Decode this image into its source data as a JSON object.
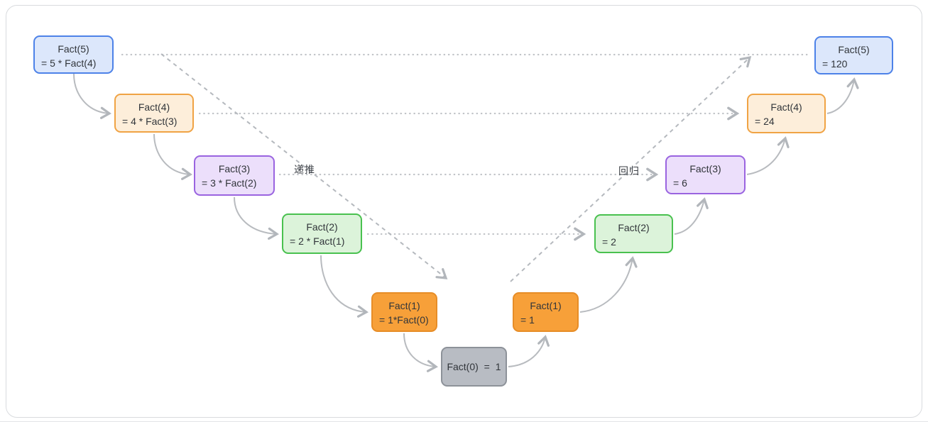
{
  "diagram": {
    "labels": {
      "descend": "递推",
      "return": "回归"
    },
    "nodes": [
      {
        "id": "call-5",
        "line1": "Fact(5)",
        "line2": "= 5 * Fact(4)",
        "color": "blue"
      },
      {
        "id": "call-4",
        "line1": "Fact(4)",
        "line2": "= 4 * Fact(3)",
        "color": "peach"
      },
      {
        "id": "call-3",
        "line1": "Fact(3)",
        "line2": "= 3 * Fact(2)",
        "color": "purple"
      },
      {
        "id": "call-2",
        "line1": "Fact(2)",
        "line2": "= 2 * Fact(1)",
        "color": "green"
      },
      {
        "id": "call-1",
        "line1": "Fact(1)",
        "line2": "= 1*Fact(0)",
        "color": "orange"
      },
      {
        "id": "base-0",
        "line1": "Fact(0) = 1",
        "color": "gray"
      },
      {
        "id": "return-1",
        "line1": "Fact(1)",
        "line2": "= 1",
        "color": "orange"
      },
      {
        "id": "return-2",
        "line1": "Fact(2)",
        "line2": "= 2",
        "color": "green"
      },
      {
        "id": "return-3",
        "line1": "Fact(3)",
        "line2": "= 6",
        "color": "purple"
      },
      {
        "id": "return-4",
        "line1": "Fact(4)",
        "line2": "= 24",
        "color": "peach"
      },
      {
        "id": "return-5",
        "line1": "Fact(5)",
        "line2": "= 120",
        "color": "blue"
      }
    ],
    "palette": {
      "blue": {
        "fill": "#dce7fb",
        "border": "#4d82e8"
      },
      "peach": {
        "fill": "#fdeeda",
        "border": "#f0a344"
      },
      "purple": {
        "fill": "#ecdffb",
        "border": "#9a64e0"
      },
      "green": {
        "fill": "#dcf3da",
        "border": "#49c14f"
      },
      "orange": {
        "fill": "#f7a039",
        "border": "#e78d27"
      },
      "gray": {
        "fill": "#b8bcc3",
        "border": "#8d9299"
      }
    },
    "connector_color": "#b7bac0",
    "text_color": "#31353a"
  }
}
